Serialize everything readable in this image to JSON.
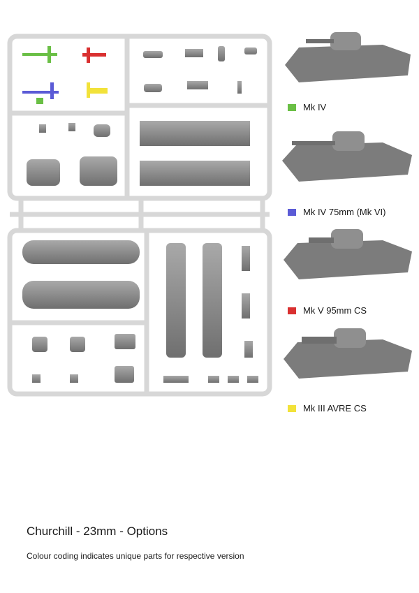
{
  "legend": [
    {
      "label": "Mk IV",
      "color": "#6abf45"
    },
    {
      "label": "Mk IV 75mm (Mk VI)",
      "color": "#5b5bd6"
    },
    {
      "label": "Mk V 95mm CS",
      "color": "#d93030"
    },
    {
      "label": "Mk III AVRE CS",
      "color": "#f2e23a"
    }
  ],
  "caption": {
    "title": "Churchill - 23mm - Options",
    "subtitle": "Colour coding indicates unique parts for respective version"
  },
  "part_colors": {
    "green": "#6abf45",
    "blue": "#5b5bd6",
    "red": "#d93030",
    "yellow": "#f2e23a",
    "plastic": "#8c8c8c",
    "sprue": "#dcdcdc"
  }
}
